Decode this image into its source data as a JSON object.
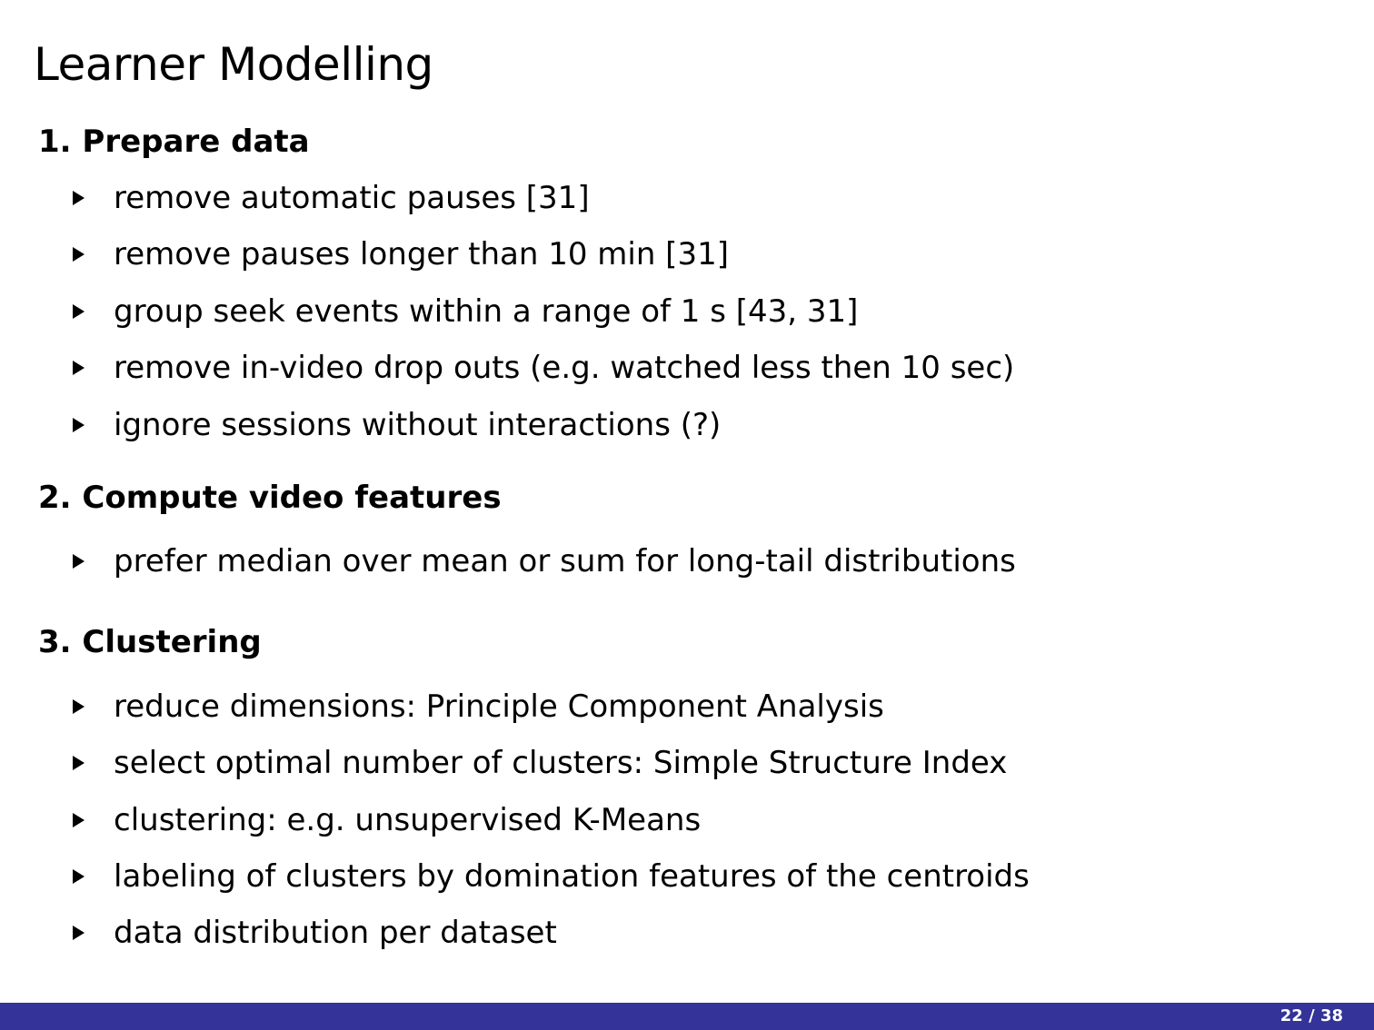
{
  "title": "Learner Modelling",
  "sections": [
    {
      "heading": "1. Prepare data",
      "items": [
        "remove automatic pauses [31]",
        "remove pauses longer than 10 min [31]",
        "group seek events within a range of 1 s [43, 31]",
        "remove in-video drop outs (e.g. watched less then 10 sec)",
        "ignore sessions without interactions (?)"
      ]
    },
    {
      "heading": "2. Compute video features",
      "items": [
        "prefer median over mean or sum for long-tail distributions"
      ]
    },
    {
      "heading": "3. Clustering",
      "items": [
        "reduce dimensions: Principle Component Analysis",
        "select optimal number of clusters: Simple Structure Index",
        "clustering: e.g. unsupervised K-Means",
        "labeling of clusters by domination features of the centroids",
        "data distribution per dataset"
      ]
    }
  ],
  "footer": {
    "page": "22 / 38",
    "bar_color": "#333399"
  }
}
